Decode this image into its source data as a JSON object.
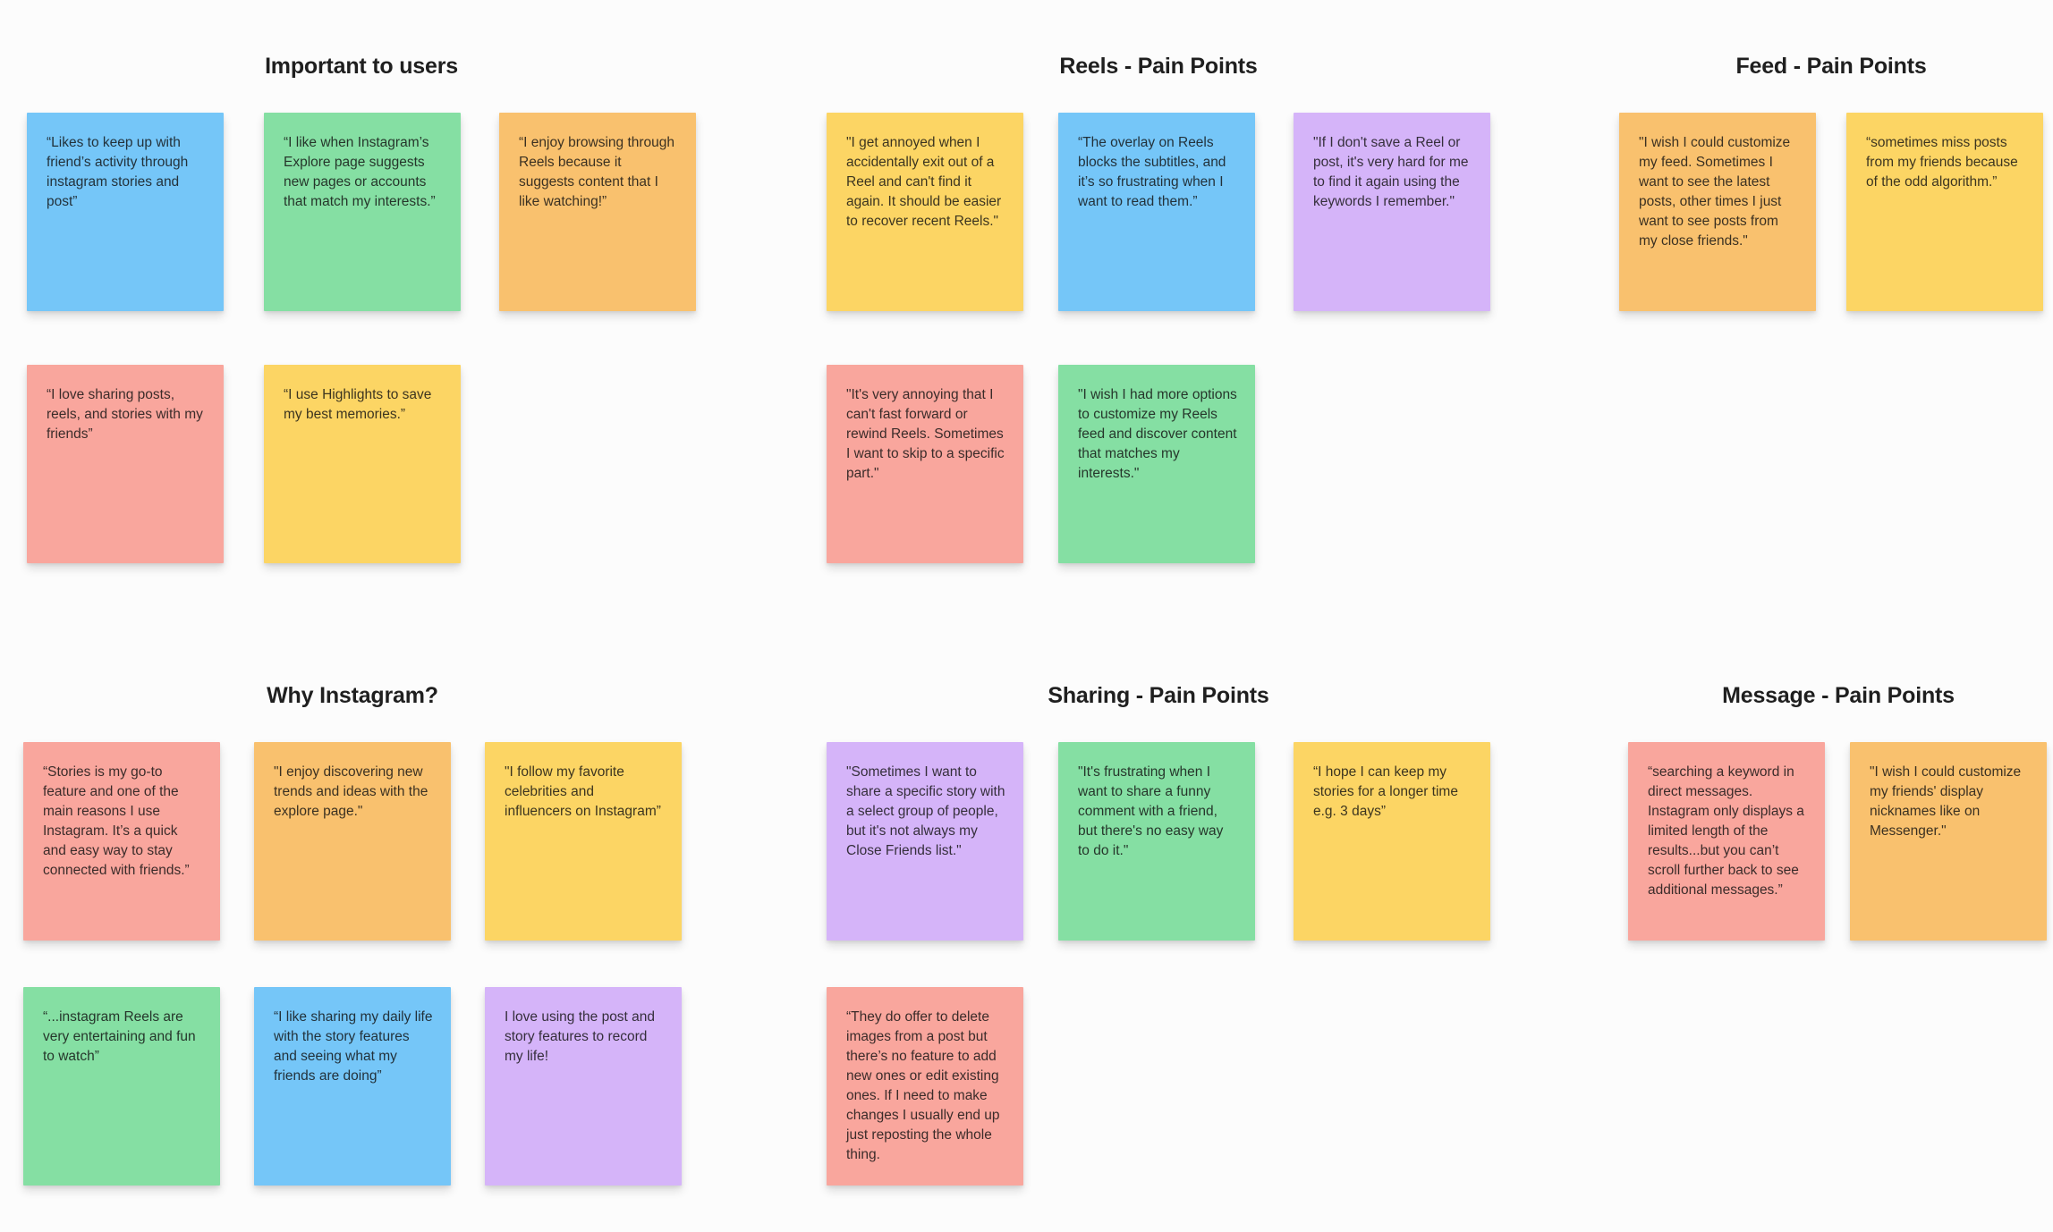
{
  "board": {
    "background_color": "#FCFCFC",
    "title_color": "#1F1F1F"
  },
  "palette": {
    "blue": "#75C6F8",
    "green": "#85DFA3",
    "orange": "#F9C16E",
    "yellow": "#FCD564",
    "pink": "#F9A69D",
    "purple": "#D5B4F9"
  },
  "sections": [
    {
      "title": "Important to users",
      "notes": [
        {
          "color": "blue",
          "text": "“Likes to keep up with friend’s activity through instagram stories and post”"
        },
        {
          "color": "green",
          "text": "“I like when Instagram’s Explore page suggests new pages or accounts that match my interests.”"
        },
        {
          "color": "orange",
          "text": "“I enjoy browsing through Reels because it suggests content that I like watching!”"
        },
        {
          "color": "pink",
          "text": "“I love sharing posts, reels, and stories with my friends”"
        },
        {
          "color": "yellow",
          "text": "“I use Highlights to save my best memories.”"
        }
      ]
    },
    {
      "title": "Reels - Pain Points",
      "notes": [
        {
          "color": "yellow",
          "text": "\"I get annoyed when I accidentally exit out of a Reel and can't find it again. It should be easier to recover recent Reels.\""
        },
        {
          "color": "blue",
          "text": "“The overlay on Reels blocks the subtitles, and it’s so frustrating when I want to read them.”"
        },
        {
          "color": "purple",
          "text": "\"If I don't save a Reel or post, it's very hard for me to find it again using the keywords I remember.\""
        },
        {
          "color": "pink",
          "text": "\"It's very annoying that I can't fast forward or rewind Reels. Sometimes I want to skip to a specific part.\""
        },
        {
          "color": "green",
          "text": "\"I wish I had more options to customize my Reels feed and discover content that matches my interests.\""
        }
      ]
    },
    {
      "title": "Feed - Pain Points",
      "notes": [
        {
          "color": "orange",
          "text": "\"I wish I could customize my feed. Sometimes I want to see the latest posts, other times I just want to see posts from my close friends.\""
        },
        {
          "color": "yellow",
          "text": "“sometimes miss posts from my friends because of the odd algorithm.”"
        }
      ]
    },
    {
      "title": "Why Instagram?",
      "notes": [
        {
          "color": "pink",
          "text": "“Stories is my go-to feature and one of the main reasons I use Instagram. It’s a quick and easy way to stay connected with friends.”"
        },
        {
          "color": "orange",
          "text": "\"I enjoy discovering new trends and ideas with the explore page.\""
        },
        {
          "color": "yellow",
          "text": "\"I follow my favorite celebrities and influencers on Instagram”"
        },
        {
          "color": "green",
          "text": "“...instagram Reels are very entertaining and fun to watch”"
        },
        {
          "color": "blue",
          "text": "“I like sharing my daily life with the story features and seeing what my friends are doing”"
        },
        {
          "color": "purple",
          "text": "I love using the post and story features to record my life!"
        }
      ]
    },
    {
      "title": "Sharing - Pain Points",
      "notes": [
        {
          "color": "purple",
          "text": "\"Sometimes I want to share a specific story with a select group of people, but it's not always my Close Friends list.\""
        },
        {
          "color": "green",
          "text": "\"It's frustrating when I want to share a funny comment with a friend, but there's no easy way to do it.\""
        },
        {
          "color": "yellow",
          "text": "“I hope I can keep my stories for a longer time e.g. 3 days”"
        },
        {
          "color": "pink",
          "text": "“They do offer to delete images from a post but there’s no feature to add new ones or edit existing ones. If I need to make changes I usually end up just reposting the whole thing."
        }
      ]
    },
    {
      "title": "Message - Pain Points",
      "notes": [
        {
          "color": "pink",
          "text": "“searching a keyword in direct messages. Instagram only displays a limited length of the results...but you can’t scroll further back to see additional messages.”"
        },
        {
          "color": "orange",
          "text": "\"I wish I could customize my friends' display nicknames like on Messenger.\""
        }
      ]
    }
  ]
}
